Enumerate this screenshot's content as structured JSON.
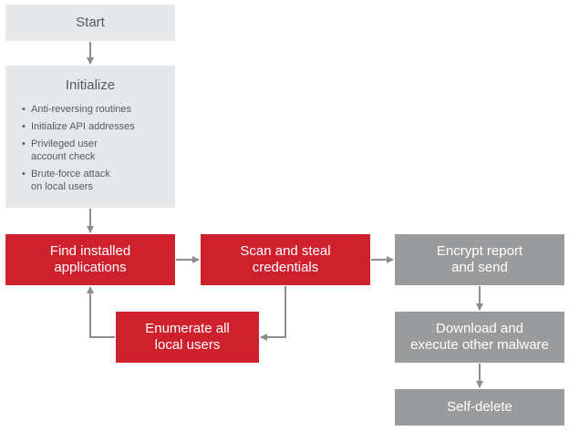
{
  "flowchart": {
    "start": "Start",
    "initialize": {
      "title": "Initialize",
      "steps": [
        "Anti-reversing routines",
        "Initialize API addresses",
        "Privileged user\naccount check",
        "Brute-force attack\non local users"
      ]
    },
    "find_apps": "Find installed\napplications",
    "scan_steal": "Scan and steal\ncredentials",
    "encrypt_send": "Encrypt report\nand send",
    "enumerate_users": "Enumerate all\nlocal users",
    "download_execute": "Download and\nexecute other malware",
    "self_delete": "Self-delete"
  },
  "colors": {
    "light_box": "#e7e8ea",
    "red_box": "#cf202e",
    "gray_box": "#9a9b9d",
    "arrow": "#8c8d8f"
  }
}
